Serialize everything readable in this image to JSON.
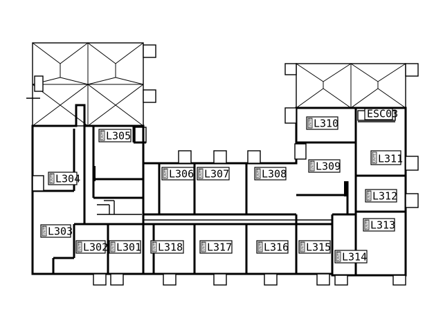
{
  "plan": {
    "unit_prefix": "UNITE",
    "units": [
      {
        "id": "L305",
        "label": "L305"
      },
      {
        "id": "L310",
        "label": "L310"
      },
      {
        "id": "ESC03",
        "label": "ESC03"
      },
      {
        "id": "L311",
        "label": "L311"
      },
      {
        "id": "L309",
        "label": "L309"
      },
      {
        "id": "L306",
        "label": "L306"
      },
      {
        "id": "L307",
        "label": "L307"
      },
      {
        "id": "L308",
        "label": "L308"
      },
      {
        "id": "L304",
        "label": "L304"
      },
      {
        "id": "L312",
        "label": "L312"
      },
      {
        "id": "L313",
        "label": "L313"
      },
      {
        "id": "L303",
        "label": "L303"
      },
      {
        "id": "L302",
        "label": "L302"
      },
      {
        "id": "L301",
        "label": "L301"
      },
      {
        "id": "L318",
        "label": "L318"
      },
      {
        "id": "L317",
        "label": "L317"
      },
      {
        "id": "L316",
        "label": "L316"
      },
      {
        "id": "L315",
        "label": "L315"
      },
      {
        "id": "L314",
        "label": "L314"
      }
    ]
  }
}
